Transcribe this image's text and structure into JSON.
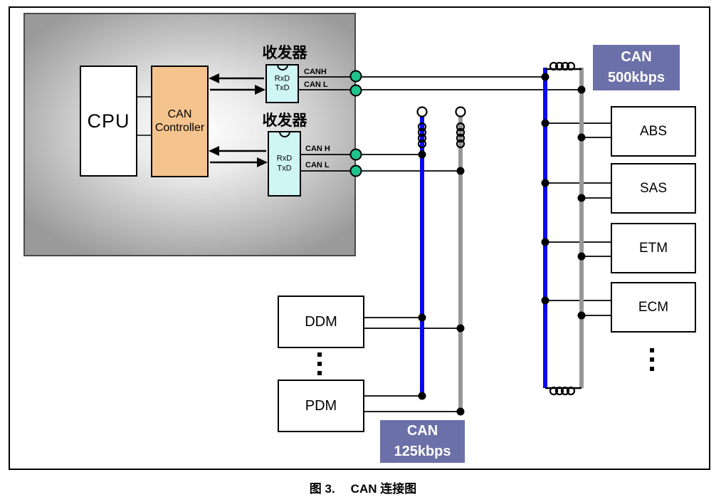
{
  "diagram": {
    "caption_fig": "图 3.",
    "caption_title": "CAN 连接图"
  },
  "mcu": {
    "cpu_label": "CPU",
    "controller_label": "CAN Controller"
  },
  "transceiver_500": {
    "title": "收发器",
    "rx": "RxD",
    "tx": "TxD",
    "pin_high": "CANH",
    "pin_low": "CAN L"
  },
  "transceiver_125": {
    "title": "收发器",
    "rx": "RxD",
    "tx": "TxD",
    "pin_high": "CAN H",
    "pin_low": "CAN L"
  },
  "bus_500": {
    "speed_line1": "CAN",
    "speed_line2": "500kbps",
    "nodes": [
      {
        "label": "ABS"
      },
      {
        "label": "SAS"
      },
      {
        "label": "ETM"
      },
      {
        "label": "ECM"
      }
    ]
  },
  "bus_125": {
    "speed_line1": "CAN",
    "speed_line2": "125kbps",
    "nodes": [
      {
        "label": "DDM"
      },
      {
        "label": "PDM"
      }
    ]
  },
  "colors": {
    "bus_high_blue": "#0a0af0",
    "bus_low_gray": "#989898",
    "speed_label_bg": "#6b70a8",
    "controller_fill": "#f5c48e",
    "transceiver_fill": "#cff5f5",
    "connector_green": "#1ec48e",
    "module_fill_edge": "#9a9a9a"
  }
}
